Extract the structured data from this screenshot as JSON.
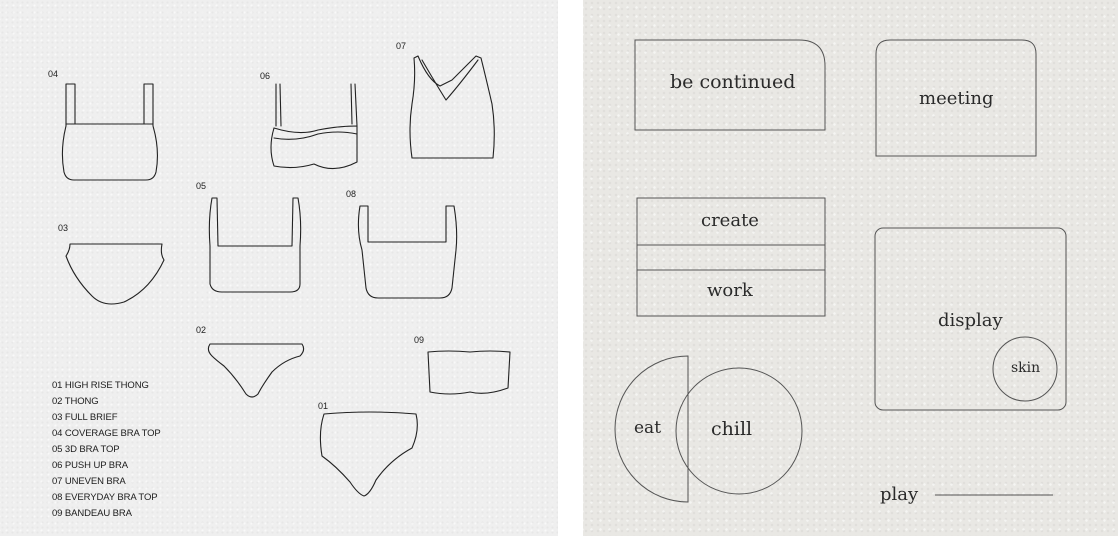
{
  "left": {
    "numbers": [
      "04",
      "06",
      "07",
      "05",
      "08",
      "03",
      "02",
      "09",
      "01"
    ],
    "legend": [
      "01 HIGH RISE THONG",
      "02 THONG",
      "03 FULL BRIEF",
      "04 COVERAGE BRA TOP",
      "05 3D BRA TOP",
      "06 PUSH UP BRA",
      "07 UNEVEN BRA",
      "08 EVERYDAY BRA TOP",
      "09 BANDEAU BRA"
    ]
  },
  "right": {
    "labels": {
      "be_continued": "be continued",
      "meeting": "meeting",
      "create": "create",
      "work": "work",
      "display": "display",
      "skin": "skin",
      "eat": "eat",
      "chill": "chill",
      "play": "play"
    }
  },
  "colors": {
    "line": "#222222",
    "left_background": "#efefef",
    "right_background": "#e9e8e4"
  }
}
